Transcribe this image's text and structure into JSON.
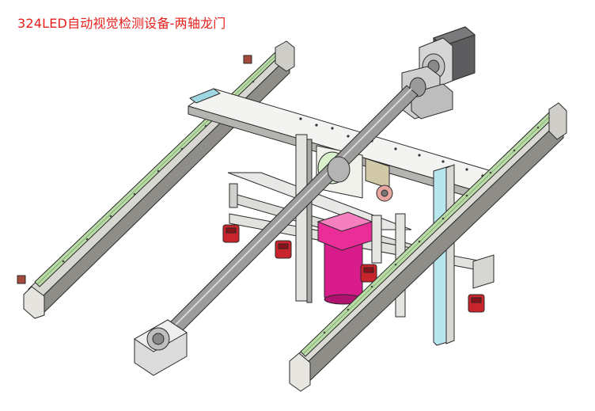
{
  "title": "324LED自动视觉检测设备-两轴龙门",
  "colors": {
    "title_text": "#e8201c",
    "rail_green": "#b9dca6",
    "rail_body": "#d4d2cc",
    "outline": "#2a2a2a",
    "motor_magenta": "#d81c8c",
    "sensor_red": "#c9242c",
    "cyan_post": "#b8e6ee",
    "tan_block": "#c8b48a"
  },
  "components": {
    "left_rail": "left-linear-rail",
    "right_rail": "right-linear-rail",
    "gantry_beam": "gantry-crossbeam",
    "ball_screw": "ball-screw-shaft",
    "stepper_motor": "stepper-motor",
    "pillow_block": "pillow-block-bearing",
    "camera_motor": "magenta-camera-motor",
    "sensors": "red-limit-sensors"
  }
}
